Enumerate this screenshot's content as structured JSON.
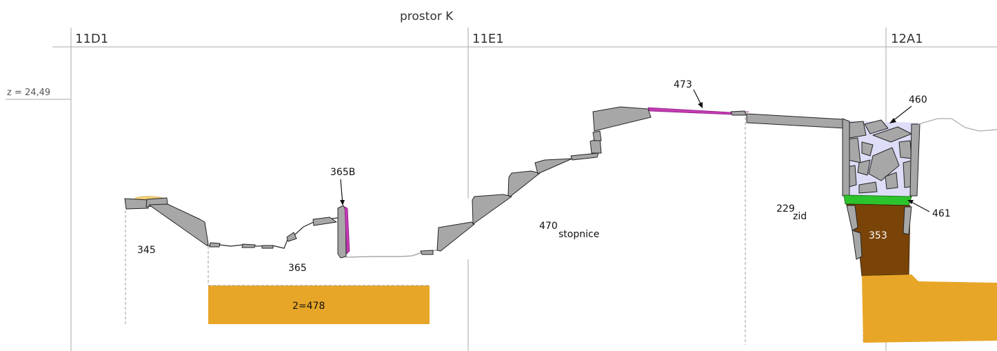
{
  "title": "prostor K",
  "grid": [
    "11D1",
    "11E1",
    "12A1"
  ],
  "elevation": "z = 24,49",
  "labels": {
    "l345": "345",
    "l365": "365",
    "l365B": "365B",
    "l2_478": "2=478",
    "l470": "470",
    "l470_sub": "stopnice",
    "l473": "473",
    "l460": "460",
    "l461": "461",
    "l229": "229",
    "l229_sub": "zid",
    "l353": "353"
  },
  "colors": {
    "stone": "#a7a7a7",
    "layer_orange": "#e8a628",
    "layer_brown": "#7a4409",
    "layer_green": "#2cc42c",
    "layer_lavender": "#ddddf8",
    "layer_magenta": "#c43bb4",
    "sand": "#f5d27a"
  }
}
